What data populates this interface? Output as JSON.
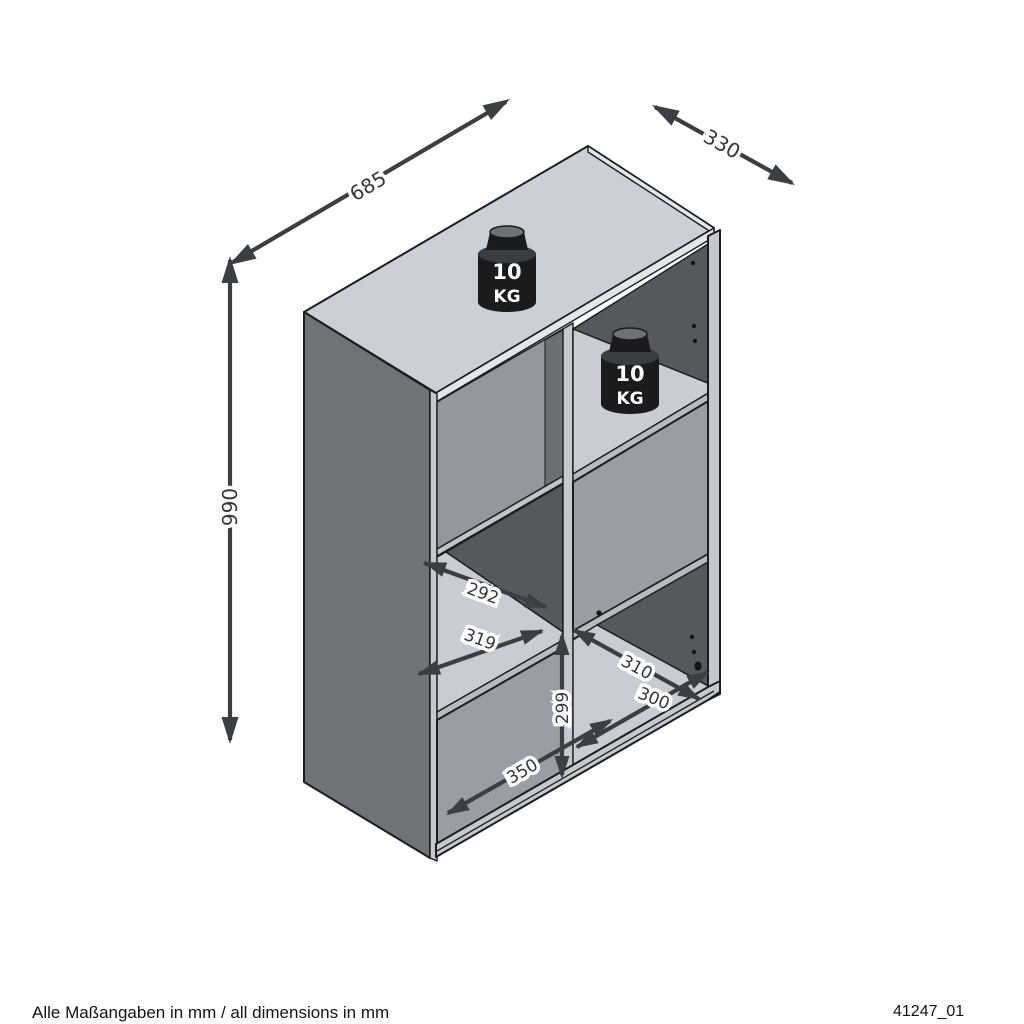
{
  "footer": {
    "note": "Alle Maßangaben in mm / all dimensions in mm",
    "doc_number": "41247_01"
  },
  "dimensions": {
    "overall": {
      "width": "685",
      "depth": "330",
      "height": "990"
    },
    "interior": {
      "shelf_depth_left": "292",
      "shelf_width_left": "319",
      "bottom_depth_right": "310",
      "bottom_width_right": "300",
      "bottom_width_left": "350",
      "bottom_height": "299"
    }
  },
  "weight_badge": {
    "value": "10",
    "unit": "KG"
  },
  "colors": {
    "background": "#ffffff",
    "top_surface": "#cbcfd6",
    "edge_strip": "#c5c9cf",
    "left_panel": "#6f7378",
    "cell_back": "#8f9399",
    "door_panel": "#9a9ea4",
    "dark_wall": "#55585d",
    "floor": "#c9cdd3",
    "dimension_ink": "#3b3e42",
    "outline": "#1d1d1f"
  }
}
